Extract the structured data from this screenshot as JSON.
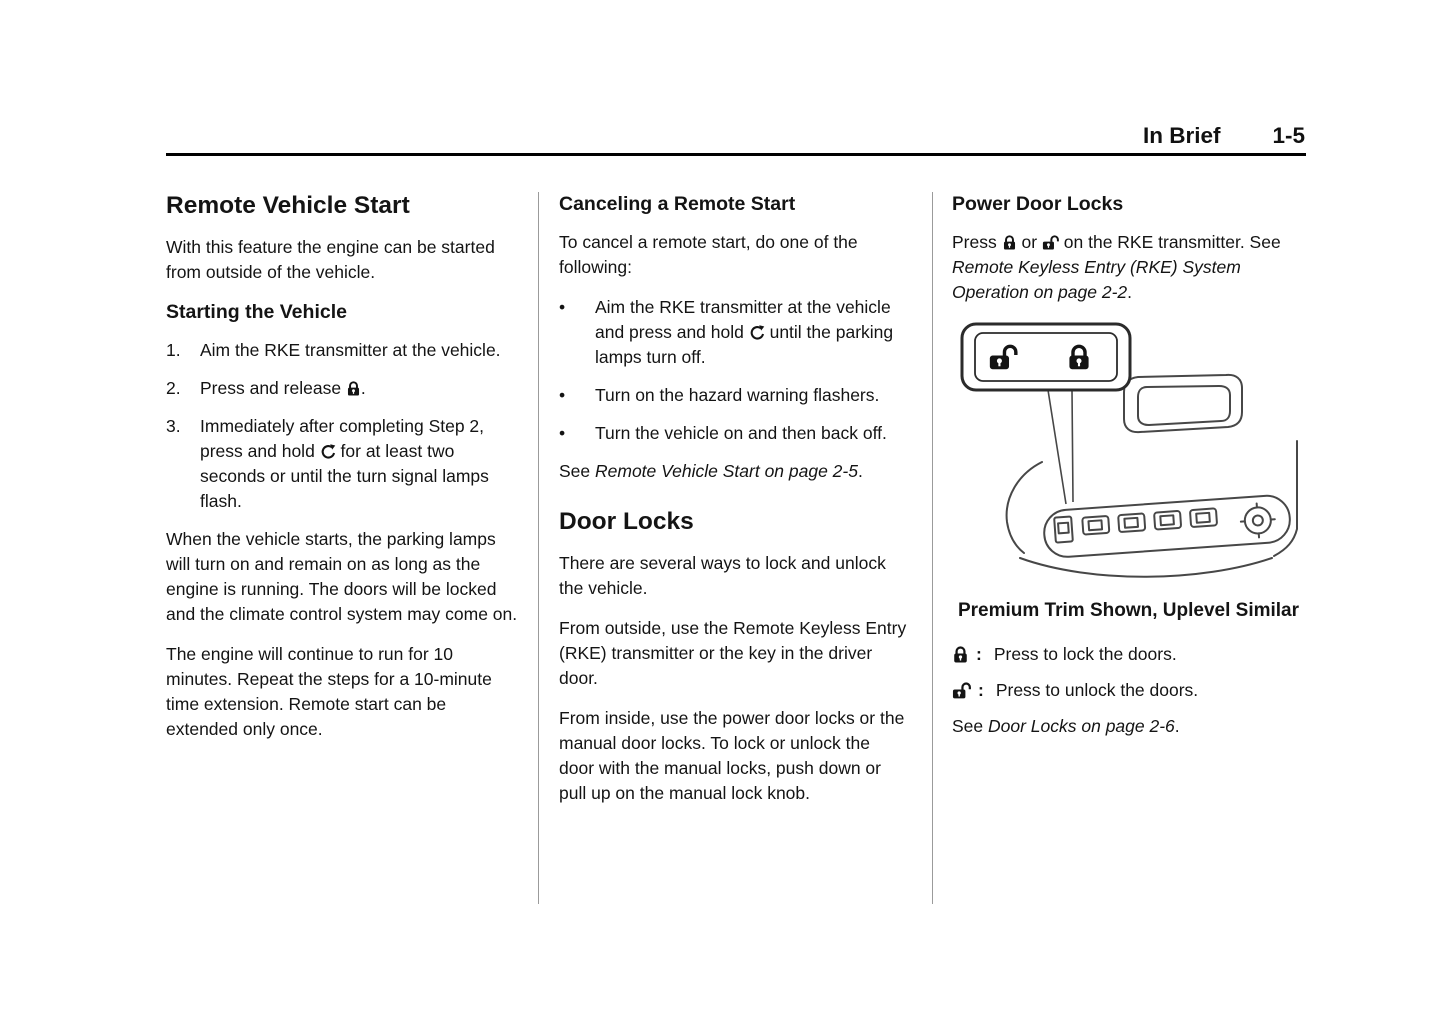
{
  "header": {
    "section": "In Brief",
    "page_number": "1-5"
  },
  "icons": {
    "lock": "padlock-closed",
    "unlock": "padlock-open",
    "remote_start": "circular-arrow"
  },
  "remote_start_col": {
    "title": "Remote Vehicle Start",
    "intro": "With this feature the engine can be started from outside of the vehicle.",
    "subheading": "Starting the Vehicle",
    "step1_num": "1.",
    "step1_text": "Aim the RKE transmitter at the vehicle.",
    "step2_num": "2.",
    "step2_pre": "Press and release ",
    "step2_post": ".",
    "step3_num": "3.",
    "step3_pre": "Immediately after completing Step 2, press and hold ",
    "step3_post": " for at least two seconds or until the turn signal lamps flash.",
    "para_running": "When the vehicle starts, the parking lamps will turn on and remain on as long as the engine is running. The doors will be locked and the climate control system may come on.",
    "para_duration": "The engine will continue to run for 10 minutes. Repeat the steps for a 10-minute time extension. Remote start can be extended only once."
  },
  "cancel_col": {
    "title": "Canceling a Remote Start",
    "intro": "To cancel a remote start, do one of the following:",
    "bullet_char": "•",
    "bullet1_pre": "Aim the RKE transmitter at the vehicle and press and hold ",
    "bullet1_post": " until the parking lamps turn off.",
    "bullet2": "Turn on the hazard warning flashers.",
    "bullet3": "Turn the vehicle on and then back off.",
    "see_pre": "See ",
    "see_ref": "Remote Vehicle Start on page 2-5",
    "see_post": ".",
    "door_locks_title": "Door Locks",
    "door_locks_para1": "There are several ways to lock and unlock the vehicle.",
    "door_locks_para2": "From outside, use the Remote Keyless Entry (RKE) transmitter or the key in the driver door.",
    "door_locks_para3": "From inside, use the power door locks or the manual door locks. To lock or unlock the door with the manual locks, push down or pull up on the manual lock knob."
  },
  "power_col": {
    "title": "Power Door Locks",
    "press_pre": "Press ",
    "press_or": " or ",
    "press_mid": " on the RKE transmitter. See ",
    "press_ref": "Remote Keyless Entry (RKE) System Operation on page 2-2",
    "press_end": ".",
    "caption": "Premium Trim Shown, Uplevel Similar",
    "def_sep": ":",
    "lock_def": "Press to lock the doors.",
    "unlock_def": "Press to unlock the doors.",
    "see_pre": "See ",
    "see_ref": "Door Locks on page 2-6",
    "see_post": "."
  }
}
